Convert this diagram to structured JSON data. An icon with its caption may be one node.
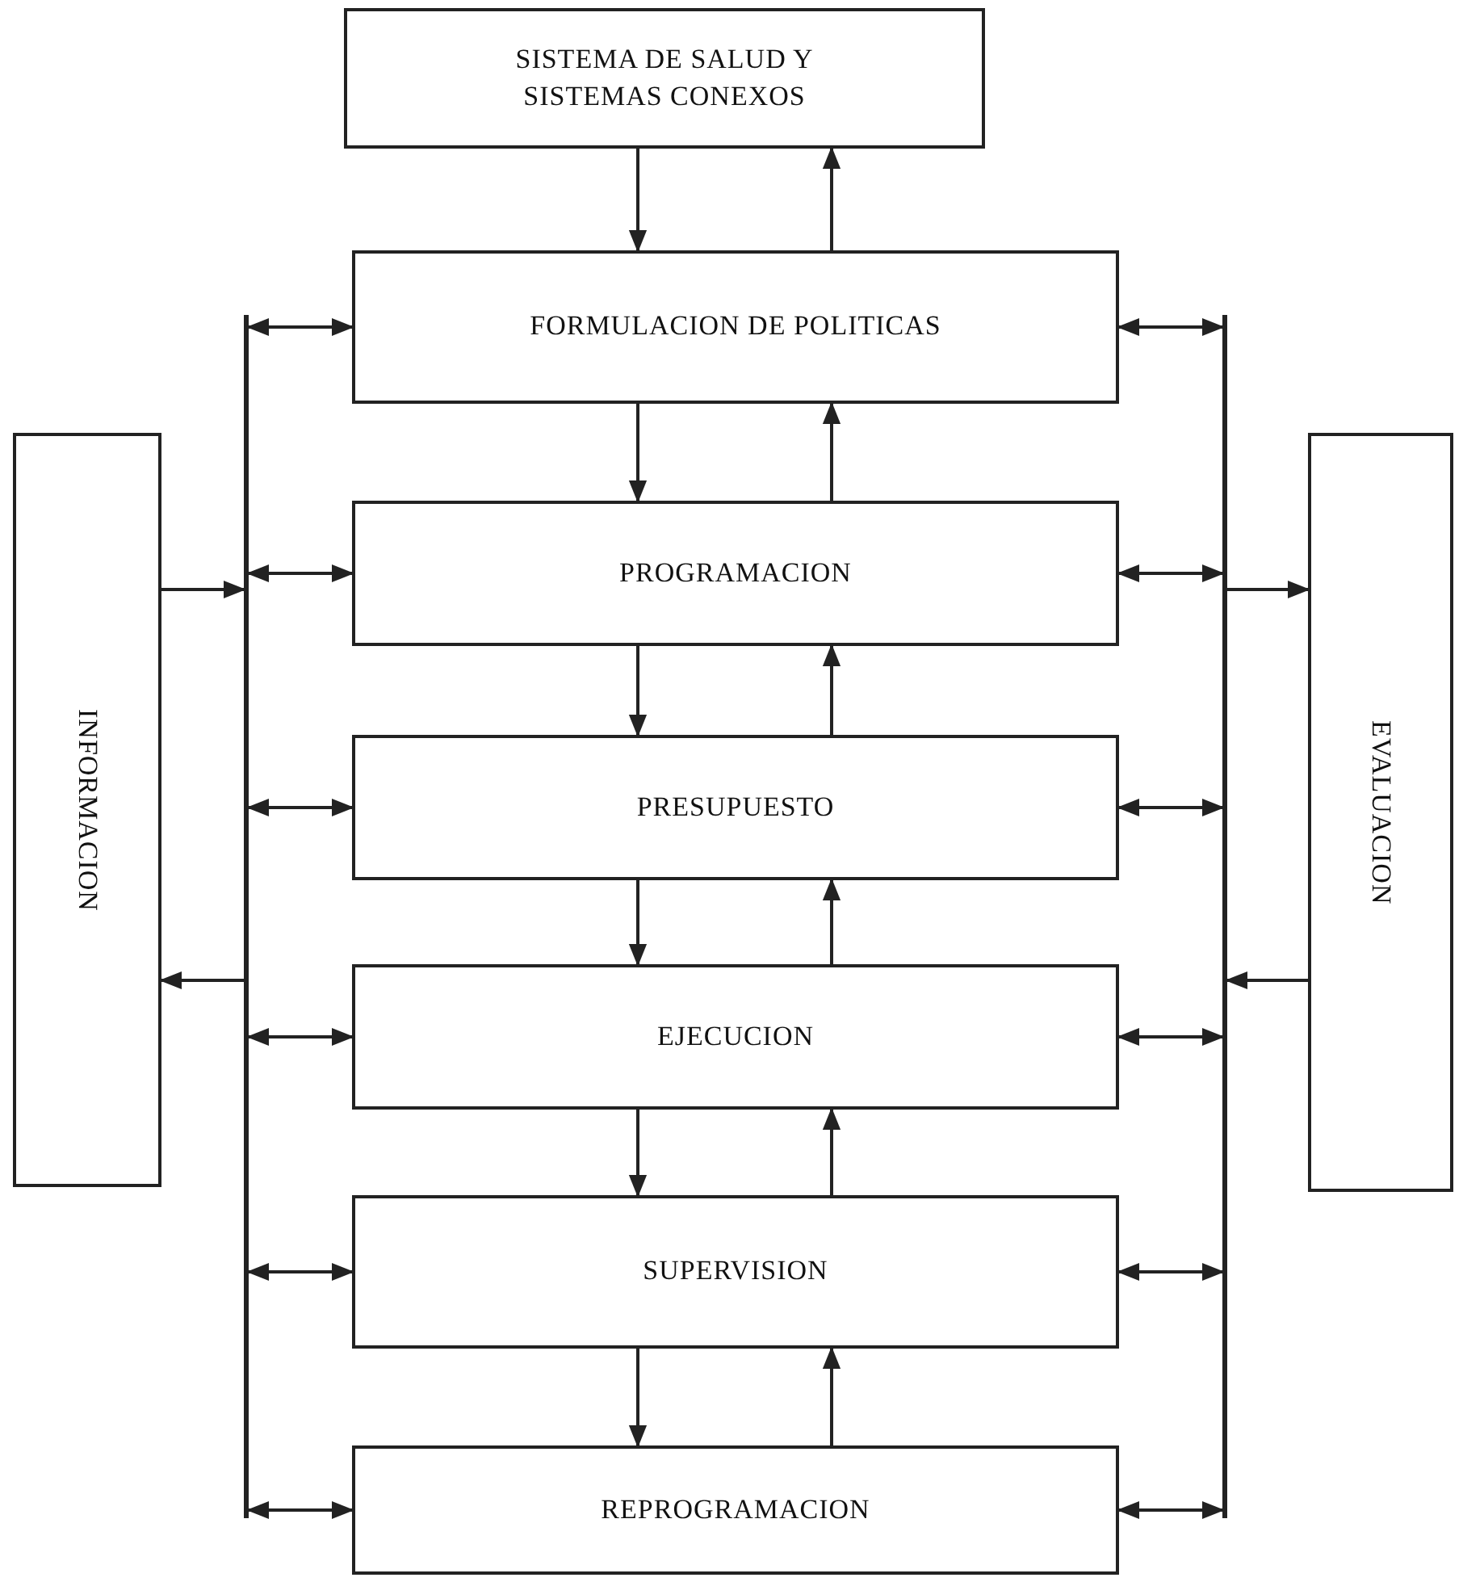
{
  "diagram": {
    "nodes": [
      {
        "text": [
          "SISTEMA DE SALUD Y SISTEMAS CONEXOS"
        ]
      },
      {
        "text": [
          "FORMULACION DE POLITICAS"
        ]
      },
      {
        "text": [
          "PROGRAMACION"
        ]
      },
      {
        "text": [
          "PRESUPUESTO"
        ]
      },
      {
        "text": [
          "EJECUCION"
        ]
      },
      {
        "text": [
          "SUPERVISION"
        ]
      },
      {
        "text": [
          "REPROGRAMACION"
        ]
      },
      {
        "text": [
          "INFORMACION"
        ]
      },
      {
        "text": [
          "EVALUACION"
        ]
      },
      {
        "text": [],
        "shape": "bar"
      },
      {
        "text": [],
        "shape": "bar"
      }
    ],
    "edges": [
      {
        "from": 0,
        "to": 1,
        "arrow": "to"
      },
      {
        "from": 1,
        "to": 0,
        "arrow": "to"
      },
      {
        "from": 1,
        "to": 2,
        "arrow": "to"
      },
      {
        "from": 2,
        "to": 1,
        "arrow": "to"
      },
      {
        "from": 2,
        "to": 3,
        "arrow": "to"
      },
      {
        "from": 3,
        "to": 2,
        "arrow": "to"
      },
      {
        "from": 3,
        "to": 4,
        "arrow": "to"
      },
      {
        "from": 4,
        "to": 3,
        "arrow": "to"
      },
      {
        "from": 4,
        "to": 5,
        "arrow": "to"
      },
      {
        "from": 5,
        "to": 4,
        "arrow": "to"
      },
      {
        "from": 5,
        "to": 6,
        "arrow": "to"
      },
      {
        "from": 6,
        "to": 5,
        "arrow": "to"
      },
      {
        "from": 9,
        "to": 1,
        "arrow": "both"
      },
      {
        "from": 9,
        "to": 2,
        "arrow": "both"
      },
      {
        "from": 9,
        "to": 3,
        "arrow": "both"
      },
      {
        "from": 9,
        "to": 4,
        "arrow": "both"
      },
      {
        "from": 9,
        "to": 5,
        "arrow": "both"
      },
      {
        "from": 9,
        "to": 6,
        "arrow": "both"
      },
      {
        "from": 7,
        "to": 9,
        "arrow": "to"
      },
      {
        "from": 9,
        "to": 7,
        "arrow": "to"
      },
      {
        "from": 1,
        "to": 10,
        "arrow": "both"
      },
      {
        "from": 2,
        "to": 10,
        "arrow": "both"
      },
      {
        "from": 3,
        "to": 10,
        "arrow": "both"
      },
      {
        "from": 4,
        "to": 10,
        "arrow": "both"
      },
      {
        "from": 5,
        "to": 10,
        "arrow": "both"
      },
      {
        "from": 6,
        "to": 10,
        "arrow": "both"
      },
      {
        "from": 10,
        "to": 8,
        "arrow": "to"
      },
      {
        "from": 8,
        "to": 10,
        "arrow": "to"
      }
    ]
  }
}
